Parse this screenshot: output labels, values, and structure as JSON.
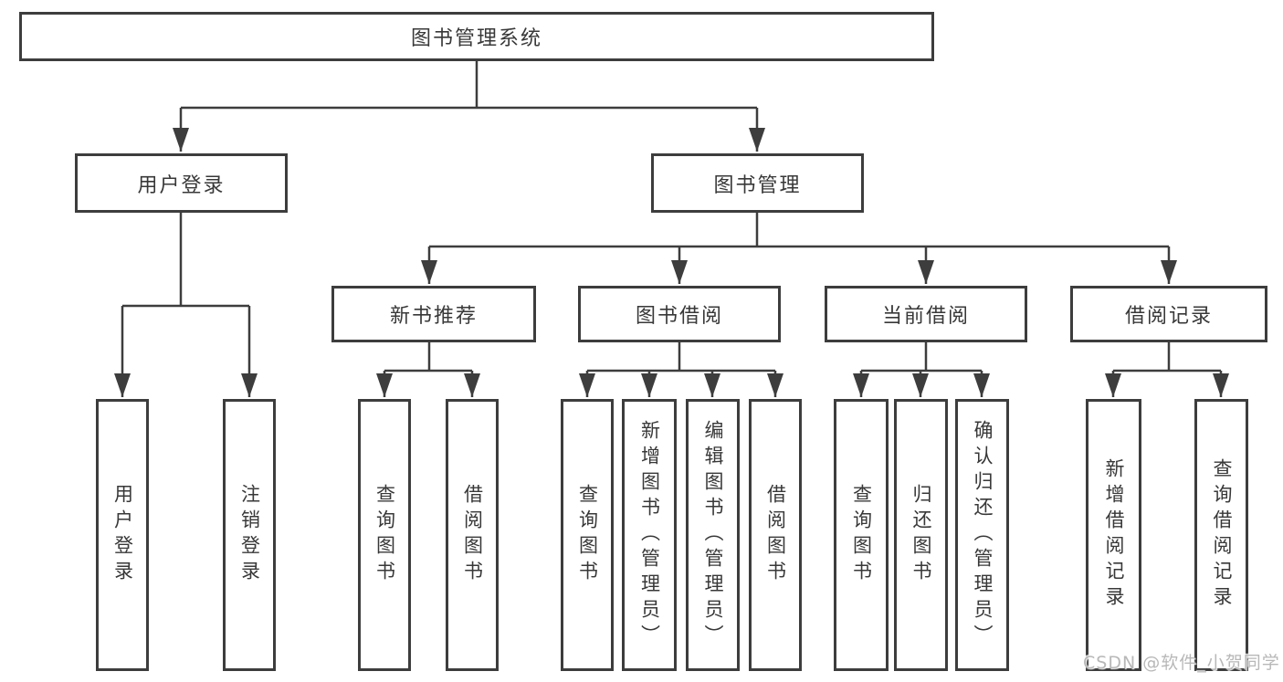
{
  "title": "图书管理系统",
  "tree": {
    "label": "图书管理系统",
    "children": [
      {
        "label": "用户登录",
        "children": [
          {
            "label": "用户登录"
          },
          {
            "label": "注销登录"
          }
        ]
      },
      {
        "label": "图书管理",
        "children": [
          {
            "label": "新书推荐",
            "children": [
              {
                "label": "查询图书"
              },
              {
                "label": "借阅图书"
              }
            ]
          },
          {
            "label": "图书借阅",
            "children": [
              {
                "label": "查询图书"
              },
              {
                "label": "新增图书（管理员）"
              },
              {
                "label": "编辑图书（管理员）"
              },
              {
                "label": "借阅图书"
              }
            ]
          },
          {
            "label": "当前借阅",
            "children": [
              {
                "label": "查询图书"
              },
              {
                "label": "归还图书"
              },
              {
                "label": "确认归还（管理员）"
              }
            ]
          },
          {
            "label": "借阅记录",
            "children": [
              {
                "label": "新增借阅记录"
              },
              {
                "label": "查询借阅记录"
              }
            ]
          }
        ]
      }
    ]
  },
  "watermark": {
    "text": "CSDN @软件_小贺同学"
  },
  "colors": {
    "line": "#3d3d3d",
    "text": "#383838",
    "watermark": "#b8b8b8",
    "background": "#ffffff"
  }
}
